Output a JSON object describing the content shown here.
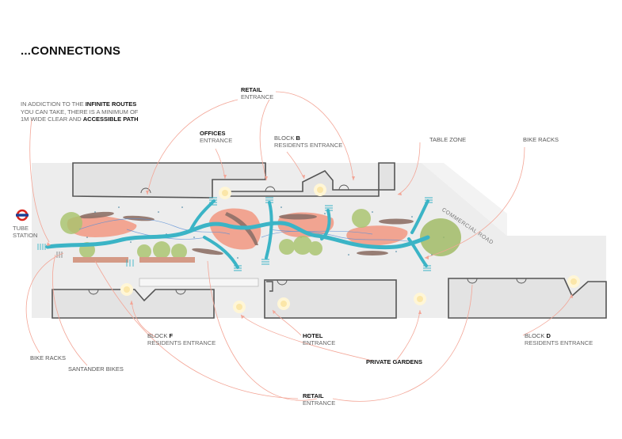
{
  "title": "...CONNECTIONS",
  "note": {
    "line1_a": "IN ADDICTION TO THE ",
    "line1_b": "INFINITE ROUTES",
    "line2": "YOU CAN TAKE, THERE IS A MINIMUM OF",
    "line3_a": "1m WIDE CLEAR AND ",
    "line3_b": "ACCESSIBLE PATH"
  },
  "labels": {
    "retail_top": {
      "main": "RETAIL",
      "sub": "ENTRANCE"
    },
    "offices": {
      "main": "OFFICES",
      "sub": "ENTRANCE"
    },
    "block_b": {
      "prefix": "BLOCK ",
      "key": "B",
      "sub": "RESIDENTS ENTRANCE"
    },
    "table_zone": {
      "main": "TABLE ZONE"
    },
    "bike_racks_top": {
      "main": "BIKE RACKS"
    },
    "tube": {
      "line1": "TUBE",
      "line2": "STATION"
    },
    "commercial_road": {
      "main": "COMMERCIAL ROAD"
    },
    "block_f": {
      "prefix": "BLOCK ",
      "key": "F",
      "sub": "RESIDENTS ENTRANCE"
    },
    "hotel": {
      "main": "HOTEL",
      "sub": "ENTRANCE"
    },
    "block_d": {
      "prefix": "BLOCK ",
      "key": "D",
      "sub": "RESIDENTS ENTRANCE"
    },
    "private_gardens": {
      "main": "PRIVATE GARDENS"
    },
    "bike_racks_bottom": {
      "main": "BIKE RACKS"
    },
    "santander": {
      "main": "SANTANDER BIKES"
    },
    "retail_bottom": {
      "main": "RETAIL",
      "sub": "ENTRANCE"
    }
  },
  "colors": {
    "path": "#3bb4c6",
    "lawn": "#f29b85",
    "tree": "#a9c46e",
    "arrow": "#f3a596",
    "ground": "#ececec",
    "building": "#e4e4e4",
    "outline": "#555555",
    "tube_red": "#d9251d",
    "tube_blue": "#1c3f94"
  }
}
